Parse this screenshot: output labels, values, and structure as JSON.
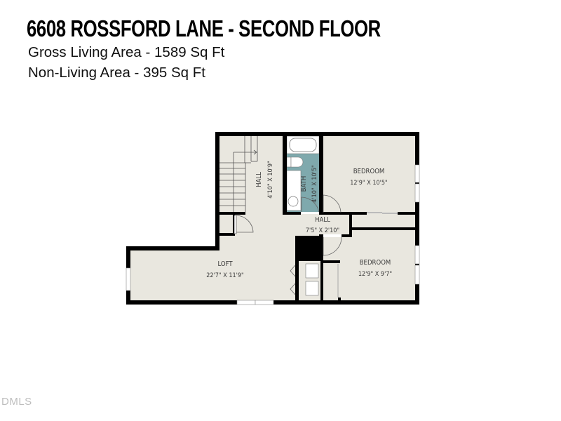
{
  "header": {
    "title": "6608 ROSSFORD LANE - SECOND FLOOR",
    "gross_living_area": "Gross Living Area - 1589 Sq Ft",
    "non_living_area": "Non-Living Area - 395 Sq Ft"
  },
  "rooms": {
    "hall_main": {
      "name": "HALL",
      "dims": "4'10\" X 10'9\""
    },
    "bath": {
      "name": "BATH",
      "dims": "4'10\" X 10'5\""
    },
    "bedroom_1": {
      "name": "BEDROOM",
      "dims": "12'9\" X 10'5\""
    },
    "hall_small": {
      "name": "HALL",
      "dims": "7'5\" X 2'10\""
    },
    "bedroom_2": {
      "name": "BEDROOM",
      "dims": "12'9\" X 9'7\""
    },
    "loft": {
      "name": "LOFT",
      "dims": "22'7\" X 11'9\""
    }
  },
  "colors": {
    "floor": "#e9e7df",
    "wall": "#000000",
    "bath_floor": "#7fa9ad",
    "fixture": "#ffffff"
  },
  "watermark": "DMLS"
}
